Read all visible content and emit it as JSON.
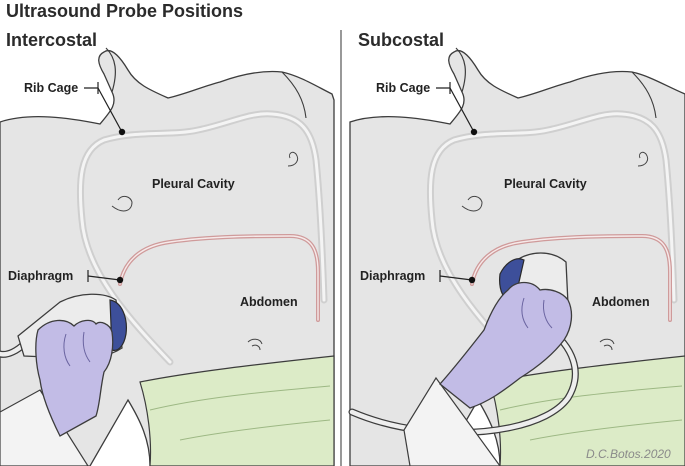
{
  "title": "Ultrasound Probe Positions",
  "panels": [
    {
      "heading": "Intercostal",
      "labels": {
        "rib_cage": "Rib Cage",
        "pleural_cavity": "Pleural Cavity",
        "diaphragm": "Diaphragm",
        "abdomen": "Abdomen"
      }
    },
    {
      "heading": "Subcostal",
      "labels": {
        "rib_cage": "Rib Cage",
        "pleural_cavity": "Pleural Cavity",
        "diaphragm": "Diaphragm",
        "abdomen": "Abdomen"
      }
    }
  ],
  "credit": "D.C.Botos.2020",
  "colors": {
    "skin": "#e5e5e5",
    "outline": "#3c3c3c",
    "rib_cage": "#d6d6d6",
    "diaphragm": "#cf9a9a",
    "pants": "#dcebc7",
    "glove": "#c2bce6",
    "probe_head": "#3d4f9a",
    "probe_body": "#ececec"
  }
}
